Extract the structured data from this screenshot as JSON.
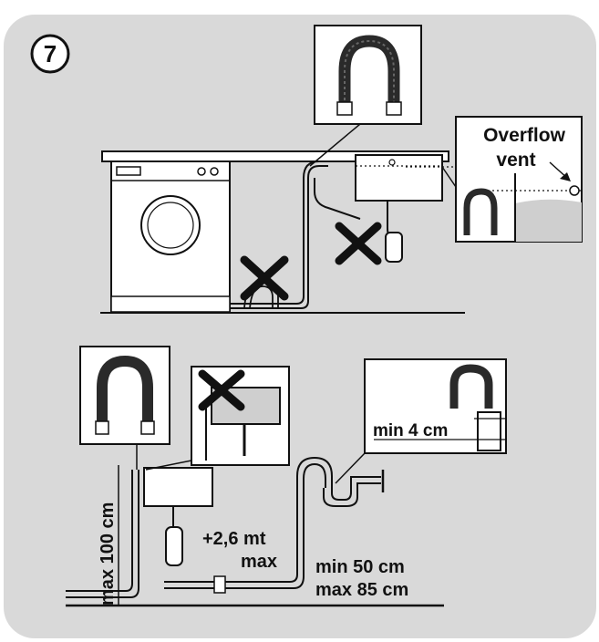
{
  "step": {
    "number": "7"
  },
  "callouts": {
    "overflow_line1": "Overflow",
    "overflow_line2": "vent"
  },
  "measurements": {
    "max_height": "max 100 cm",
    "extension": "+2,6 mt",
    "extension_max": "max",
    "min_height": "min 50 cm",
    "max_drain_height": "max 85 cm",
    "min_gap": "min 4 cm"
  },
  "colors": {
    "panel_bg": "#d9d9d9",
    "line": "#1a1a1a",
    "white": "#ffffff",
    "water": "#cfcfcf",
    "hose": "#2a2a2a"
  }
}
